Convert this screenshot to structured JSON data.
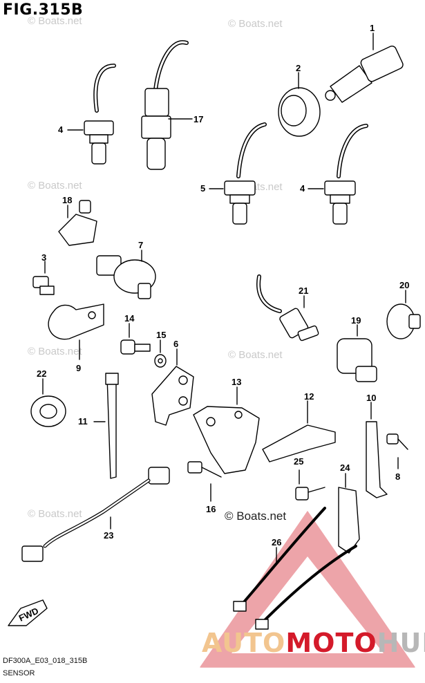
{
  "figure": {
    "title": "FIG.315B",
    "code": "DF300A_E03_018_315B",
    "subtitle": "SENSOR"
  },
  "watermark": {
    "text": "© Boats.net"
  },
  "brand": {
    "part1": "AUTO",
    "part2": "MOTO",
    "part3": "HUB"
  },
  "callouts": [
    "1",
    "2",
    "3",
    "4",
    "4",
    "5",
    "6",
    "7",
    "8",
    "9",
    "10",
    "11",
    "12",
    "13",
    "14",
    "15",
    "16",
    "17",
    "18",
    "19",
    "20",
    "21",
    "22",
    "23",
    "24",
    "25",
    "26"
  ],
  "fwd_label": "FWD",
  "colors": {
    "accent_red": "#d41a2a",
    "brand_gold": "#f2c58f",
    "brand_grey": "#b7b7b7"
  }
}
